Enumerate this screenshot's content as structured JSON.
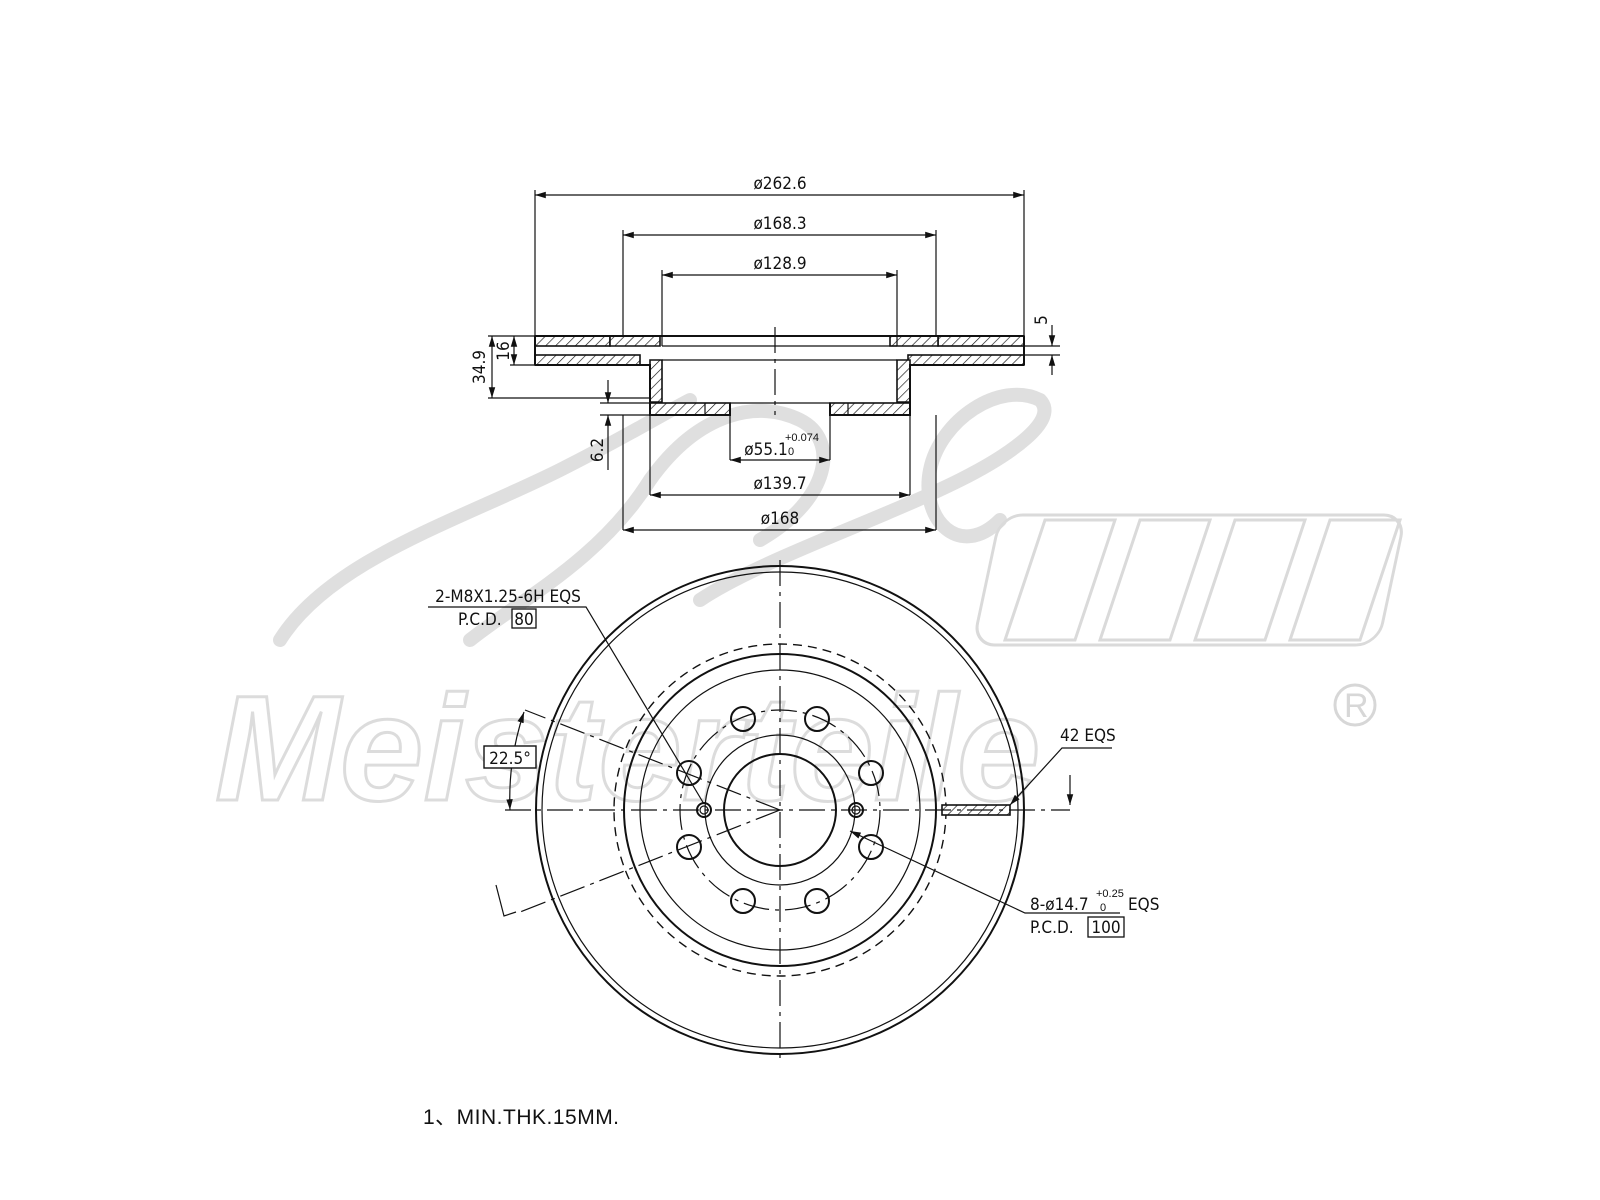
{
  "section_view": {
    "outer_diameter": "ø262.6",
    "hub_outer_diameter": "ø168.3",
    "hub_inner_diameter": "ø128.9",
    "center_bore": "ø55.1",
    "center_bore_tol_upper": "+0.074",
    "center_bore_tol_lower": "0",
    "bolt_circle_diameter": "ø139.7",
    "hat_diameter": "ø168",
    "total_height": "34.9",
    "disc_thickness": "16",
    "hat_thickness": "6.2",
    "groove_width": "5"
  },
  "face_view": {
    "thread_callout": "2-M8X1.25-6H EQS",
    "thread_pcd_label": "P.C.D.",
    "thread_pcd_value": "80",
    "angle_value": "22.5°",
    "slot_callout": "42 EQS",
    "holes_callout_prefix": "8-ø14.7",
    "holes_tol_upper": "+0.25",
    "holes_tol_lower": "0",
    "holes_callout_suffix": "EQS",
    "holes_pcd_label": "P.C.D.",
    "holes_pcd_value": "100"
  },
  "notes": {
    "note_1": "1、MIN.THK.15MM."
  },
  "watermark": {
    "brand": "Meisterteile",
    "registered": "R"
  }
}
